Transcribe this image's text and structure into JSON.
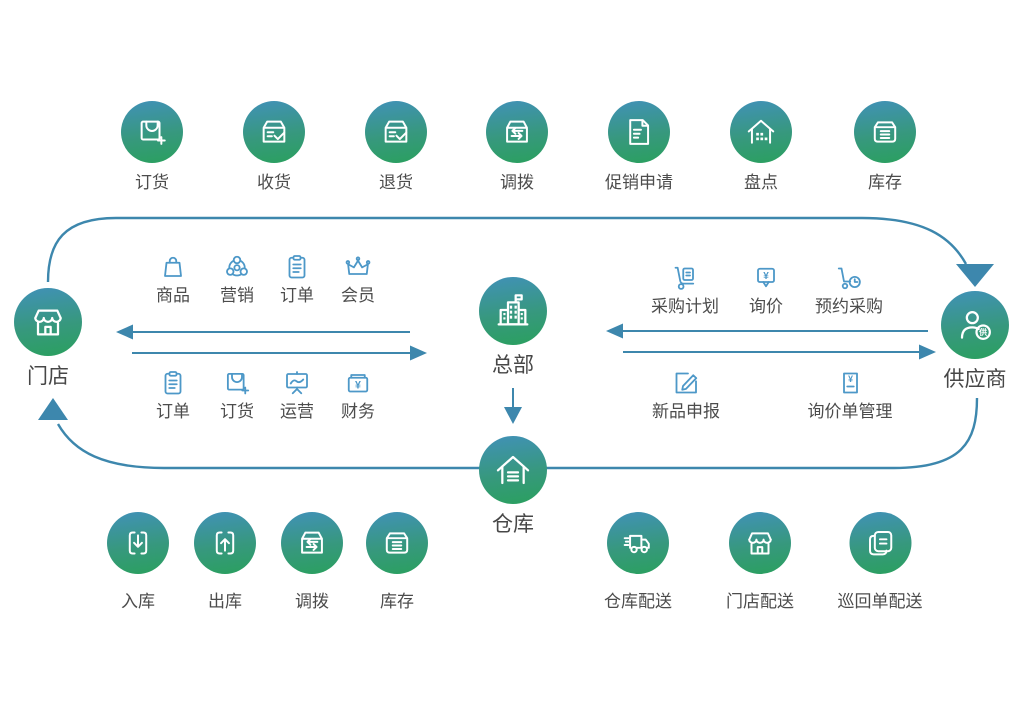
{
  "palette": {
    "circle_gradient_top": "#4191b8",
    "circle_gradient_bottom": "#2aa05e",
    "mini_icon_blue": "#4d98c8",
    "label_gray": "#4c4c4c",
    "arrow_blue": "#3d87ad"
  },
  "icon_texts": {
    "yen": "¥"
  },
  "top_row": {
    "items": [
      {
        "label": "订货",
        "icon": "bag-plus-icon"
      },
      {
        "label": "收货",
        "icon": "receive-box-check-icon"
      },
      {
        "label": "退货",
        "icon": "return-box-check-icon"
      },
      {
        "label": "调拨",
        "icon": "transfer-box-icon"
      },
      {
        "label": "促销申请",
        "icon": "promotion-document-icon"
      },
      {
        "label": "盘点",
        "icon": "stocktake-house-icon"
      },
      {
        "label": "库存",
        "icon": "inventory-box-icon"
      }
    ]
  },
  "hubs": {
    "store": {
      "label": "门店",
      "icon": "storefront-icon"
    },
    "headquarters": {
      "label": "总部",
      "icon": "headquarters-building-icon"
    },
    "warehouse": {
      "label": "仓库",
      "icon": "warehouse-house-icon"
    },
    "supplier": {
      "label": "供应商",
      "icon": "supplier-person-icon",
      "badge": "供"
    }
  },
  "store_module": {
    "row1": [
      {
        "label": "商品",
        "icon": "product-bag-icon"
      },
      {
        "label": "营销",
        "icon": "marketing-circles-icon"
      },
      {
        "label": "订单",
        "icon": "order-clipboard-icon"
      },
      {
        "label": "会员",
        "icon": "member-crown-icon"
      }
    ],
    "row2": [
      {
        "label": "订单",
        "icon": "order-clipboard-icon"
      },
      {
        "label": "订货",
        "icon": "bag-plus-icon"
      },
      {
        "label": "运营",
        "icon": "operations-chart-icon"
      },
      {
        "label": "财务",
        "icon": "finance-cash-icon"
      }
    ]
  },
  "supplier_module": {
    "row1": [
      {
        "label": "采购计划",
        "icon": "purchase-plan-trolley-icon"
      },
      {
        "label": "询价",
        "icon": "price-inquiry-bubble-icon"
      },
      {
        "label": "预约采购",
        "icon": "reserved-purchase-cart-icon"
      }
    ],
    "row2": [
      {
        "label": "新品申报",
        "icon": "new-product-edit-icon"
      },
      {
        "label": "询价单管理",
        "icon": "inquiry-doc-icon"
      }
    ]
  },
  "warehouse_row_left": {
    "items": [
      {
        "label": "入库",
        "icon": "inbound-arrow-icon"
      },
      {
        "label": "出库",
        "icon": "outbound-arrow-icon"
      },
      {
        "label": "调拨",
        "icon": "transfer-box-icon"
      },
      {
        "label": "库存",
        "icon": "inventory-box-icon"
      }
    ]
  },
  "delivery_row_right": {
    "items": [
      {
        "label": "仓库配送",
        "icon": "delivery-truck-icon"
      },
      {
        "label": "门店配送",
        "icon": "storefront-icon"
      },
      {
        "label": "巡回单配送",
        "icon": "stacked-orders-icon"
      }
    ]
  }
}
